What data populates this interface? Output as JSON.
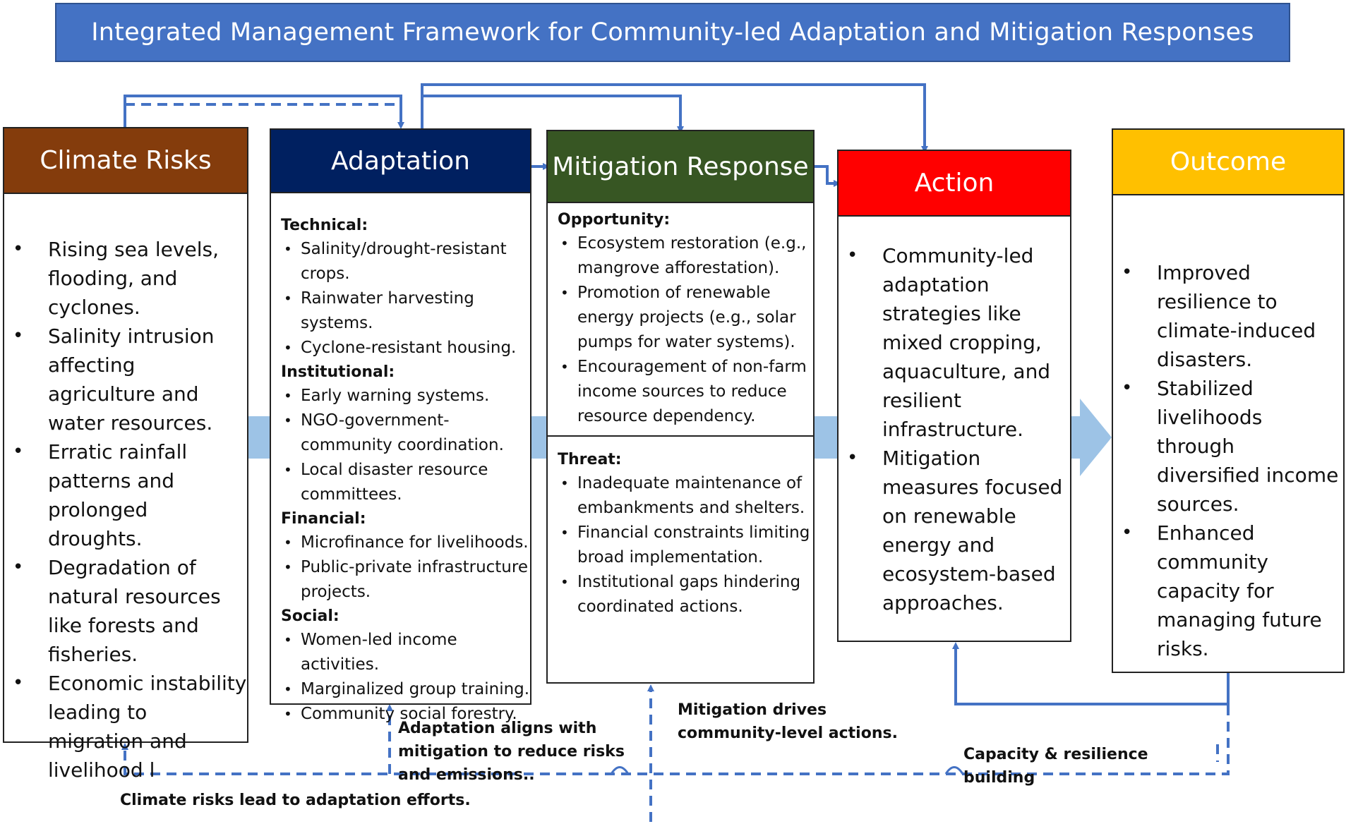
{
  "title": "Integrated Management Framework for Community-led Adaptation and Mitigation Responses",
  "colors": {
    "title_bg": "#4472c4",
    "climate_risks": "#843c0c",
    "adaptation": "#002060",
    "mitigation": "#375623",
    "action": "#ff0000",
    "outcome": "#ffc000",
    "connector": "#4472c4",
    "big_arrow": "#9dc3e6"
  },
  "columns": {
    "climate_risks": {
      "header": "Climate Risks",
      "items": [
        "Rising sea levels, flooding, and cyclones.",
        "Salinity intrusion affecting agriculture and water resources.",
        "Erratic rainfall patterns and prolonged droughts.",
        "Degradation of natural resources like forests and fisheries.",
        "Economic instability leading to migration and livelihood l"
      ]
    },
    "adaptation": {
      "header": "Adaptation",
      "sections": [
        {
          "title": "Technical:",
          "items": [
            "Salinity/drought-resistant crops.",
            "Rainwater harvesting systems.",
            "Cyclone-resistant housing."
          ]
        },
        {
          "title": "Institutional:",
          "items": [
            "Early warning systems.",
            "NGO-government-community coordination.",
            "Local disaster resource committees."
          ]
        },
        {
          "title": "Financial:",
          "items": [
            "Microfinance for livelihoods.",
            "Public-private infrastructure projects."
          ]
        },
        {
          "title": "Social:",
          "items": [
            "Women-led income activities.",
            "Marginalized group training.",
            "Community social forestry."
          ]
        }
      ]
    },
    "mitigation": {
      "header": "Mitigation Response",
      "opportunity": {
        "title": "Opportunity:",
        "items": [
          "Ecosystem restoration (e.g., mangrove afforestation).",
          "Promotion of renewable energy projects (e.g., solar pumps for water systems).",
          "Encouragement of non-farm income sources to reduce resource dependency."
        ]
      },
      "threat": {
        "title": "Threat:",
        "items": [
          "Inadequate maintenance of embankments and shelters.",
          "Financial constraints limiting broad implementation.",
          "Institutional gaps hindering coordinated actions."
        ]
      }
    },
    "action": {
      "header": "Action",
      "items": [
        "Community-led adaptation strategies like mixed cropping, aquaculture, and resilient infrastructure.",
        "Mitigation measures focused on renewable energy and ecosystem-based approaches."
      ]
    },
    "outcome": {
      "header": "Outcome",
      "items": [
        "Improved resilience to climate-induced disasters.",
        "Stabilized livelihoods through diversified income sources.",
        "Enhanced community capacity for managing future risks."
      ]
    }
  },
  "captions": {
    "climate_to_adaptation": "Climate risks lead to adaptation efforts.",
    "adaptation_aligns": "Adaptation aligns with mitigation to reduce risks and emissions..",
    "mitigation_drives": "Mitigation drives community-level actions.",
    "capacity": "Capacity & resilience building"
  }
}
